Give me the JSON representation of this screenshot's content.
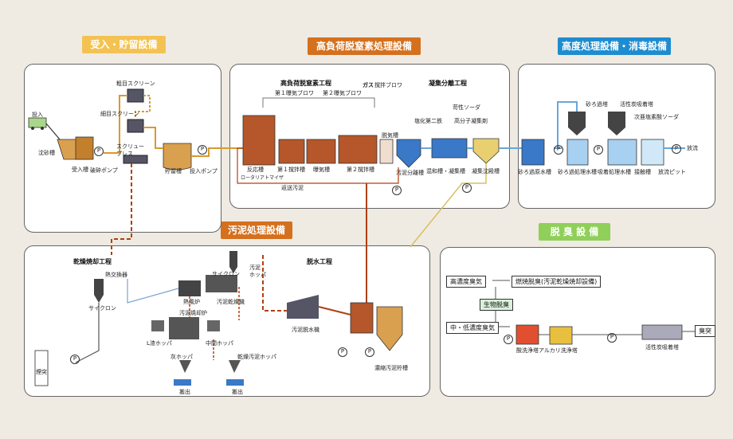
{
  "sections": {
    "receiving": "受入・貯留設備",
    "high_load": "高負荷脱窒素処理設備",
    "advanced": "高度処理設備・消毒設備",
    "sludge": "汚泥処理設備",
    "deodor": "脱 臭 設 備"
  },
  "subsections": {
    "high_load_process": "高負荷脱窒素工程",
    "coag_sep": "凝集分離工程",
    "dry_incin": "乾燥焼却工程",
    "dewater": "脱水工程"
  },
  "receiving": {
    "intake": "投入",
    "grit_tank": "沈砂槽",
    "receive_tank": "受入槽",
    "crush_pump": "破砕ポンプ",
    "coarse_screen": "粗目スクリーン",
    "fine_screen": "細目スクリーン",
    "screw_press": "スクリュー\nプレス",
    "storage_tank": "貯留槽",
    "feed_pump": "投入ポンプ"
  },
  "high_load": {
    "blower1": "第１曝気ブロワ",
    "blower2": "第２曝気ブロワ",
    "gas": "ガス",
    "stir_blower": "撹拌ブロワ",
    "reactor": "反応槽",
    "rotary": "ロータリアトマイザ",
    "stir1": "第１撹拌槽",
    "aeration": "曝気槽",
    "stir2": "第２撹拌槽",
    "degas": "脱気槽",
    "sludge_sep": "汚泥分離槽",
    "return_sludge": "返送汚泥"
  },
  "coag": {
    "ferric": "塩化第二鉄",
    "soda": "苛性ソーダ",
    "polymer": "高分子凝集剤",
    "mix": "混和槽・凝集槽",
    "settling": "凝集沈殿槽"
  },
  "advanced": {
    "sand_filter_label": "砂ろ過塔",
    "carbon_tower": "活性炭吸着塔",
    "hypochlorite": "次亜塩素酸ソーダ",
    "sand_raw": "砂ろ過原水槽",
    "sand_treated": "砂ろ過処理水槽",
    "adsorb_treated": "吸着処理水槽",
    "contact": "接触槽",
    "discharge_pit": "放流ピット",
    "discharge": "放流"
  },
  "sludge": {
    "heat_exchanger": "熱交換器",
    "cyclone": "サイクロン",
    "cyclone2": "サイクロン",
    "sludge_hopper": "汚泥\nホッパ",
    "hot_air": "熱風炉",
    "dryer": "汚泥乾燥機",
    "incinerator": "汚泥焼却炉",
    "l_hopper": "L渣ホッパ",
    "mid_hopper": "中間ホッパ",
    "ash_hopper": "灰ホッパ",
    "dry_hopper": "乾燥汚泥ホッパ",
    "carry_out1": "搬出",
    "carry_out2": "搬出",
    "chimney": "煙突",
    "dewater_machine": "汚泥脱水機",
    "thick_tank": "濃縮汚泥貯槽"
  },
  "deodor": {
    "high_odor": "高濃度臭気",
    "burn": "燃焼脱臭(汚泥乾燥焼却設備)",
    "bio": "生物脱臭",
    "mid_low": "中・低濃度臭気",
    "acid": "酸洗浄塔",
    "alkali": "アルカリ洗浄塔",
    "carbon": "活性炭吸着塔",
    "stack": "臭突"
  },
  "pump_glyph": "P",
  "colors": {
    "receiving_header": "#f3c253",
    "high_load_header": "#d4701e",
    "advanced_header": "#1e8cd0",
    "sludge_header": "#d4701e",
    "deodor_header": "#8fcf5a",
    "sludge_line": "#b04010",
    "water_line": "#6aa6d6",
    "flow_line": "#d89a30"
  }
}
